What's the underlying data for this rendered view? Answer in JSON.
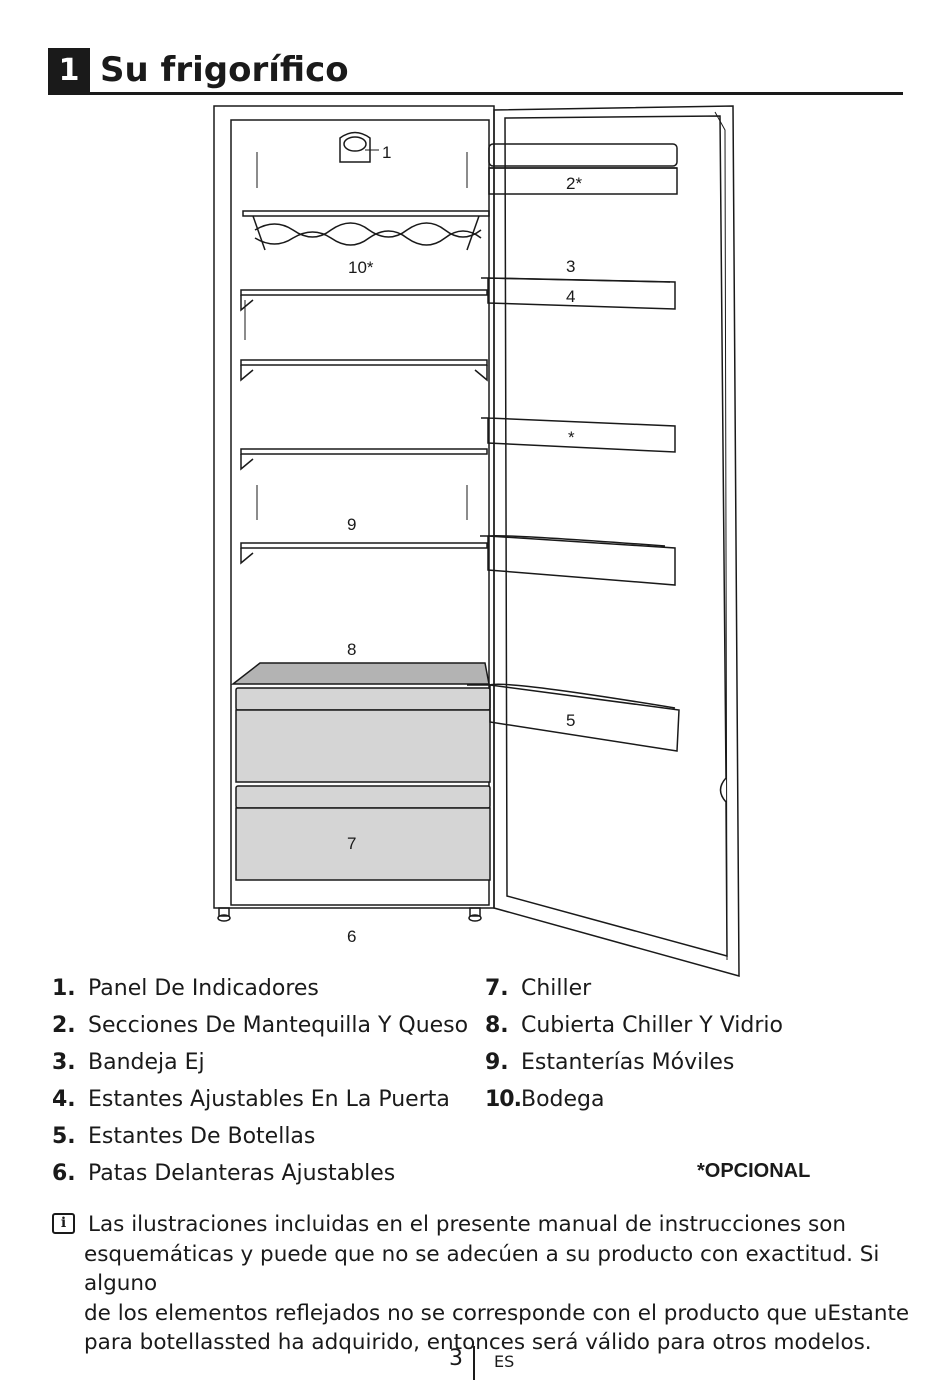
{
  "header": {
    "section_number": "1",
    "title": "Su frigorífico"
  },
  "diagram": {
    "callouts": {
      "c1": "1",
      "c2": "2*",
      "c3": "3",
      "c4": "4",
      "c_opt": "*",
      "c5": "5",
      "c6": "6",
      "c7": "7",
      "c8": "8",
      "c9": "9",
      "c10": "10*"
    }
  },
  "legend": {
    "left": [
      {
        "num": "1.",
        "label": "Panel De Indicadores"
      },
      {
        "num": "2.",
        "label": "Secciones De Mantequilla Y Queso"
      },
      {
        "num": "3.",
        "label": "Bandeja Ej"
      },
      {
        "num": "4.",
        "label": "Estantes Ajustables En La Puerta"
      },
      {
        "num": "5.",
        "label": "Estantes De Botellas"
      },
      {
        "num": "6.",
        "label": "Patas Delanteras Ajustables"
      }
    ],
    "right": [
      {
        "num": "7.",
        "label": "Chiller"
      },
      {
        "num": "8.",
        "label": "Cubierta Chiller Y Vidrio"
      },
      {
        "num": "9.",
        "label": "Estanterías Móviles"
      },
      {
        "num": "10.",
        "label": "Bodega"
      }
    ]
  },
  "optional_note": "*OPCIONAL",
  "info_note": {
    "icon": "info-icon",
    "lines": [
      "Las ilustraciones incluidas en el presente manual de instrucciones son",
      "esquemáticas y puede que no se adecúen a su producto con exactitud. Si alguno",
      "de los elementos reflejados no se corresponde con el producto que uEstante",
      "para botellassted ha adquirido, entonces será válido para otros modelos."
    ]
  },
  "footer": {
    "page_number": "3",
    "language": "ES"
  }
}
